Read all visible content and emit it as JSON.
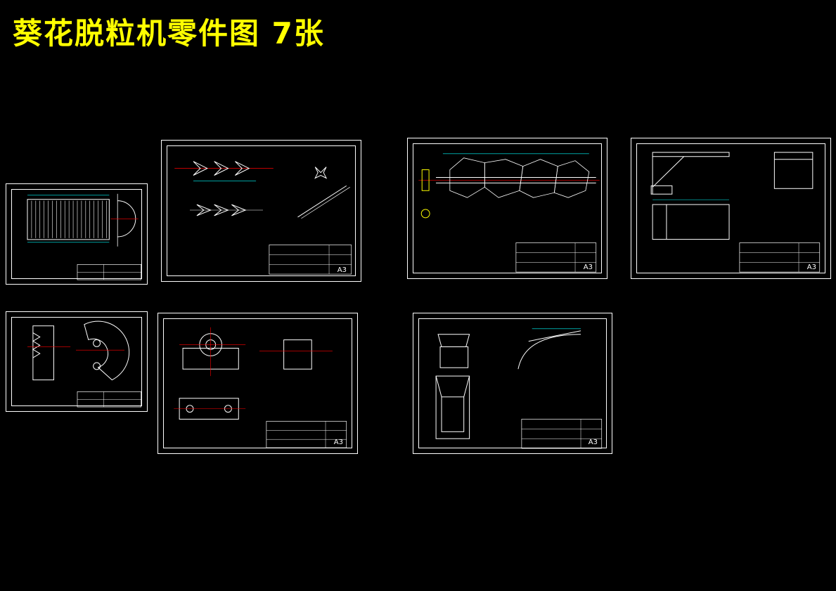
{
  "title": "葵花脱粒机零件图  7张",
  "colors": {
    "background": "#000000",
    "title": "#ffff00",
    "frame": "#ffffff",
    "dim": "#00ffff",
    "center": "#ff0000"
  },
  "sheets": [
    {
      "id": "s1",
      "size": ""
    },
    {
      "id": "s2",
      "size": "A3"
    },
    {
      "id": "s3",
      "size": "A3"
    },
    {
      "id": "s4",
      "size": "A3"
    },
    {
      "id": "s5",
      "size": ""
    },
    {
      "id": "s6",
      "size": "A3"
    },
    {
      "id": "s7",
      "size": "A3"
    }
  ]
}
